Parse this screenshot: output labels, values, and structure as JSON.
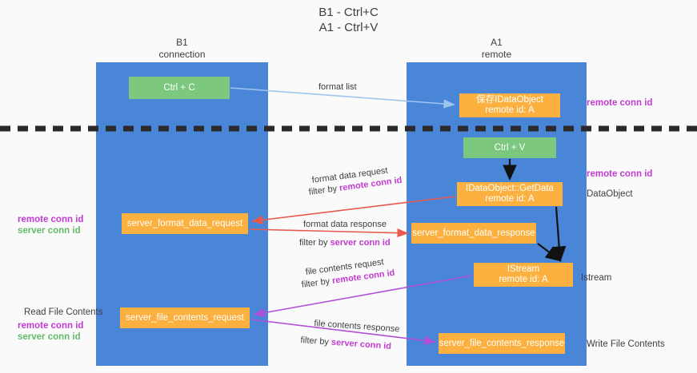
{
  "title": {
    "line1": "B1 - Ctrl+C",
    "line2": "A1 - Ctrl+V"
  },
  "columns": {
    "left": {
      "name": "B1",
      "role": "connection"
    },
    "right": {
      "name": "A1",
      "role": "remote"
    }
  },
  "colors": {
    "column": "#4a86d8",
    "green_box": "#7dc87f",
    "orange_box": "#fbb040",
    "magenta_text": "#c23bd2",
    "green_text": "#64bb6a",
    "blue_arrow": "#9ec5ee",
    "red_arrow": "#e8594f",
    "purple_arrow": "#b14fd8",
    "black_arrow": "#000000",
    "divider": "#2a2a2a"
  },
  "boxes": {
    "ctrl_c": {
      "line1": "Ctrl + C"
    },
    "data_object": {
      "line1": "保存IDataObject",
      "line2": "remote id: A"
    },
    "ctrl_v": {
      "line1": "Ctrl + V"
    },
    "get_data": {
      "line1": "IDataObject::GetData",
      "line2": "remote id: A"
    },
    "server_format_data_request": {
      "line1": "server_format_data_request"
    },
    "server_format_data_response": {
      "line1": "server_format_data_response"
    },
    "istream": {
      "line1": "IStream",
      "line2": "remote id: A"
    },
    "server_file_contents_request": {
      "line1": "server_file_contents_request"
    },
    "server_file_contents_response": {
      "line1": "server_file_contents_response"
    }
  },
  "arrow_labels": {
    "format_list": "format list",
    "format_data_request": "format data request",
    "filter_by_prefix": "filter by ",
    "remote_conn_id": "remote conn id",
    "format_data_response": "format data response",
    "server_conn_id": "server conn id",
    "file_contents_request": "file contents request",
    "file_contents_response": "file contents response"
  },
  "side_labels": {
    "remote_conn_id": "remote conn id",
    "server_conn_id": "server conn id",
    "data_object": "DataObject",
    "istream": "Istream",
    "write_file_contents": "Write File Contents",
    "read_file_contents": "Read File Contents"
  }
}
